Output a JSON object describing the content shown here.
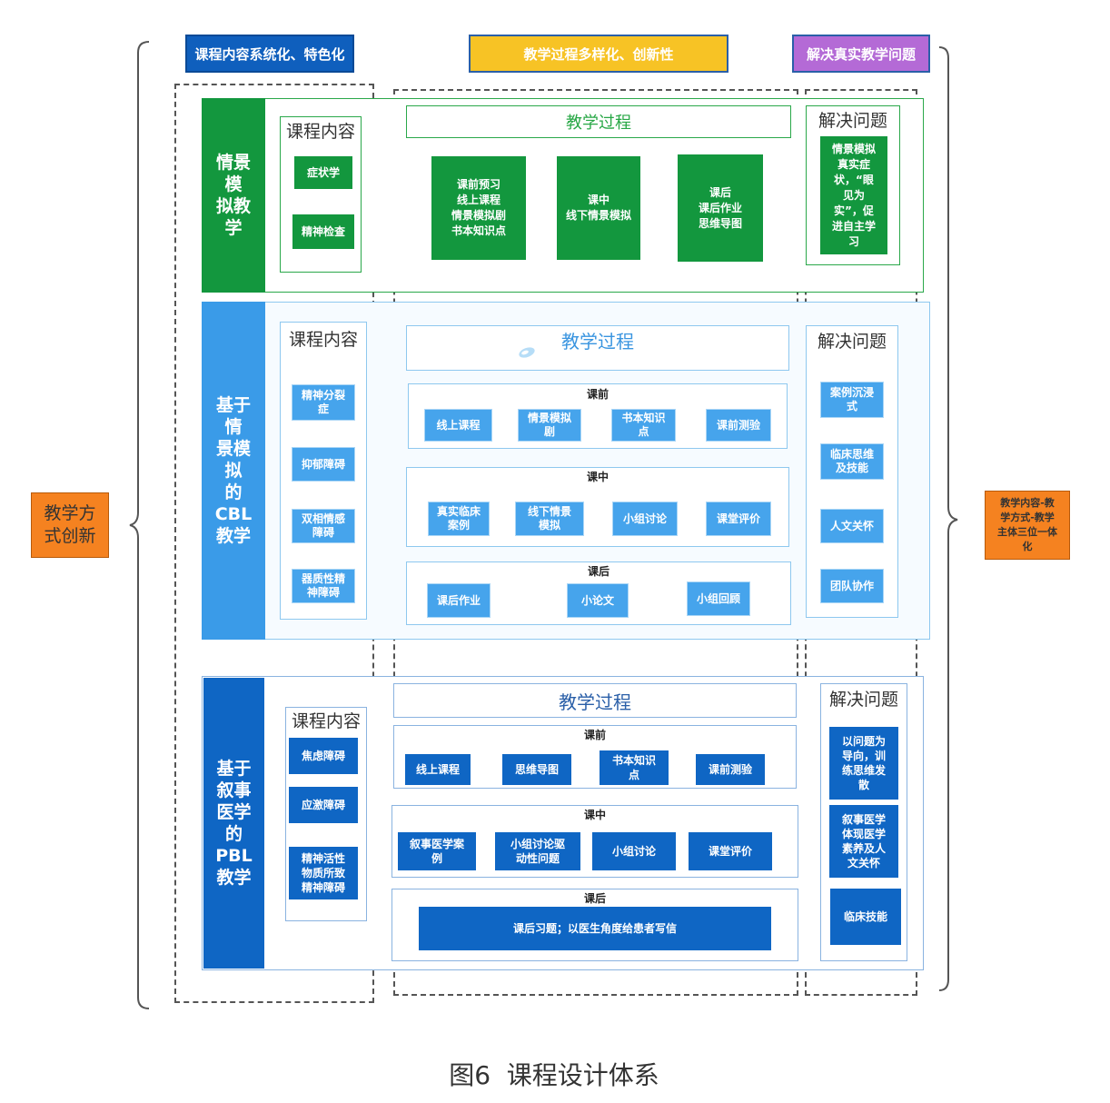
{
  "top_headers": {
    "content": "课程内容系统化、特色化",
    "process": "教学过程多样化、创新性",
    "problem": "解决真实教学问题"
  },
  "left_label": "教学方\n式创新",
  "right_label": "教学内容-教\n学方式-教学\n主体三位一体\n化",
  "caption": "图6  课程设计体系",
  "colors": {
    "header_blue": "#0f5fbd",
    "header_yellow": "#f7c325",
    "header_purple": "#b46ad6",
    "orange": "#f58220",
    "green": "#13973e",
    "light_blue": "#46a4ec",
    "dark_blue": "#0f66c4"
  },
  "section1": {
    "side": "情景模\n拟教学",
    "content_title": "课程内容",
    "content_items": [
      "症状学",
      "精神检查"
    ],
    "process_title": "教学过程",
    "process_items": [
      "课前预习\n线上课程\n情景模拟剧\n书本知识点",
      "课中\n线下情景模拟",
      "课后\n课后作业\n思维导图"
    ],
    "problem_title": "解决问题",
    "problem_text": "情景模拟\n真实症\n状，“眼\n见为\n实”，促\n进自主学\n习"
  },
  "section2": {
    "side": "基于情\n景模拟\n的CBL\n教学",
    "content_title": "课程内容",
    "content_items": [
      "精神分裂\n症",
      "抑郁障碍",
      "双相情感\n障碍",
      "器质性精\n神障碍"
    ],
    "process_title": "教学过程",
    "phases": [
      {
        "label": "课前",
        "items": [
          "线上课程",
          "情景模拟\n剧",
          "书本知识\n点",
          "课前测验"
        ]
      },
      {
        "label": "课中",
        "items": [
          "真实临床\n案例",
          "线下情景\n模拟",
          "小组讨论",
          "课堂评价"
        ]
      },
      {
        "label": "课后",
        "items": [
          "课后作业",
          "小论文",
          "小组回顾"
        ]
      }
    ],
    "problem_title": "解决问题",
    "problem_items": [
      "案例沉浸\n式",
      "临床思维\n及技能",
      "人文关怀",
      "团队协作"
    ]
  },
  "section3": {
    "side": "基于\n叙事\n医学\n的\nPBL\n教学",
    "content_title": "课程内容",
    "content_items": [
      "焦虑障碍",
      "应激障碍",
      "精神活性\n物质所致\n精神障碍"
    ],
    "process_title": "教学过程",
    "phases": [
      {
        "label": "课前",
        "items": [
          "线上课程",
          "思维导图",
          "书本知识\n点",
          "课前测验"
        ]
      },
      {
        "label": "课中",
        "items": [
          "叙事医学案\n例",
          "小组讨论驱\n动性问题",
          "小组讨论",
          "课堂评价"
        ]
      },
      {
        "label": "课后",
        "items": [
          "课后习题；以医生角度给患者写信"
        ]
      }
    ],
    "problem_title": "解决问题",
    "problem_items": [
      "以问题为\n导向，训\n练思维发\n散",
      "叙事医学\n体现医学\n素养及人\n文关怀",
      "临床技能"
    ]
  }
}
